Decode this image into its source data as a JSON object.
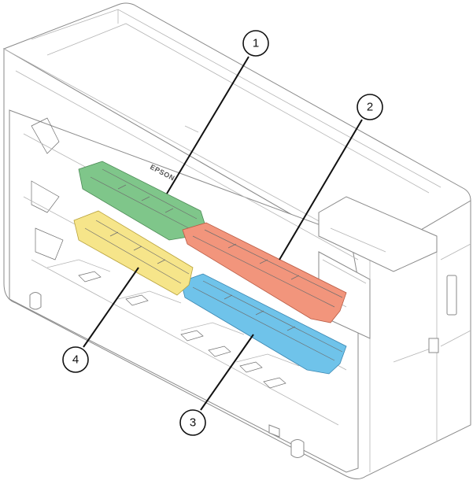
{
  "brand_text": "EPSON",
  "colors": {
    "part_1": "#7fc68a",
    "part_2": "#f2957c",
    "part_3": "#6fc3ea",
    "part_4": "#f6e58a",
    "outline": "#8a8a8a"
  },
  "callouts": [
    {
      "id": "1",
      "label": "1",
      "part_color": "part_1"
    },
    {
      "id": "2",
      "label": "2",
      "part_color": "part_2"
    },
    {
      "id": "3",
      "label": "3",
      "part_color": "part_3"
    },
    {
      "id": "4",
      "label": "4",
      "part_color": "part_4"
    }
  ]
}
